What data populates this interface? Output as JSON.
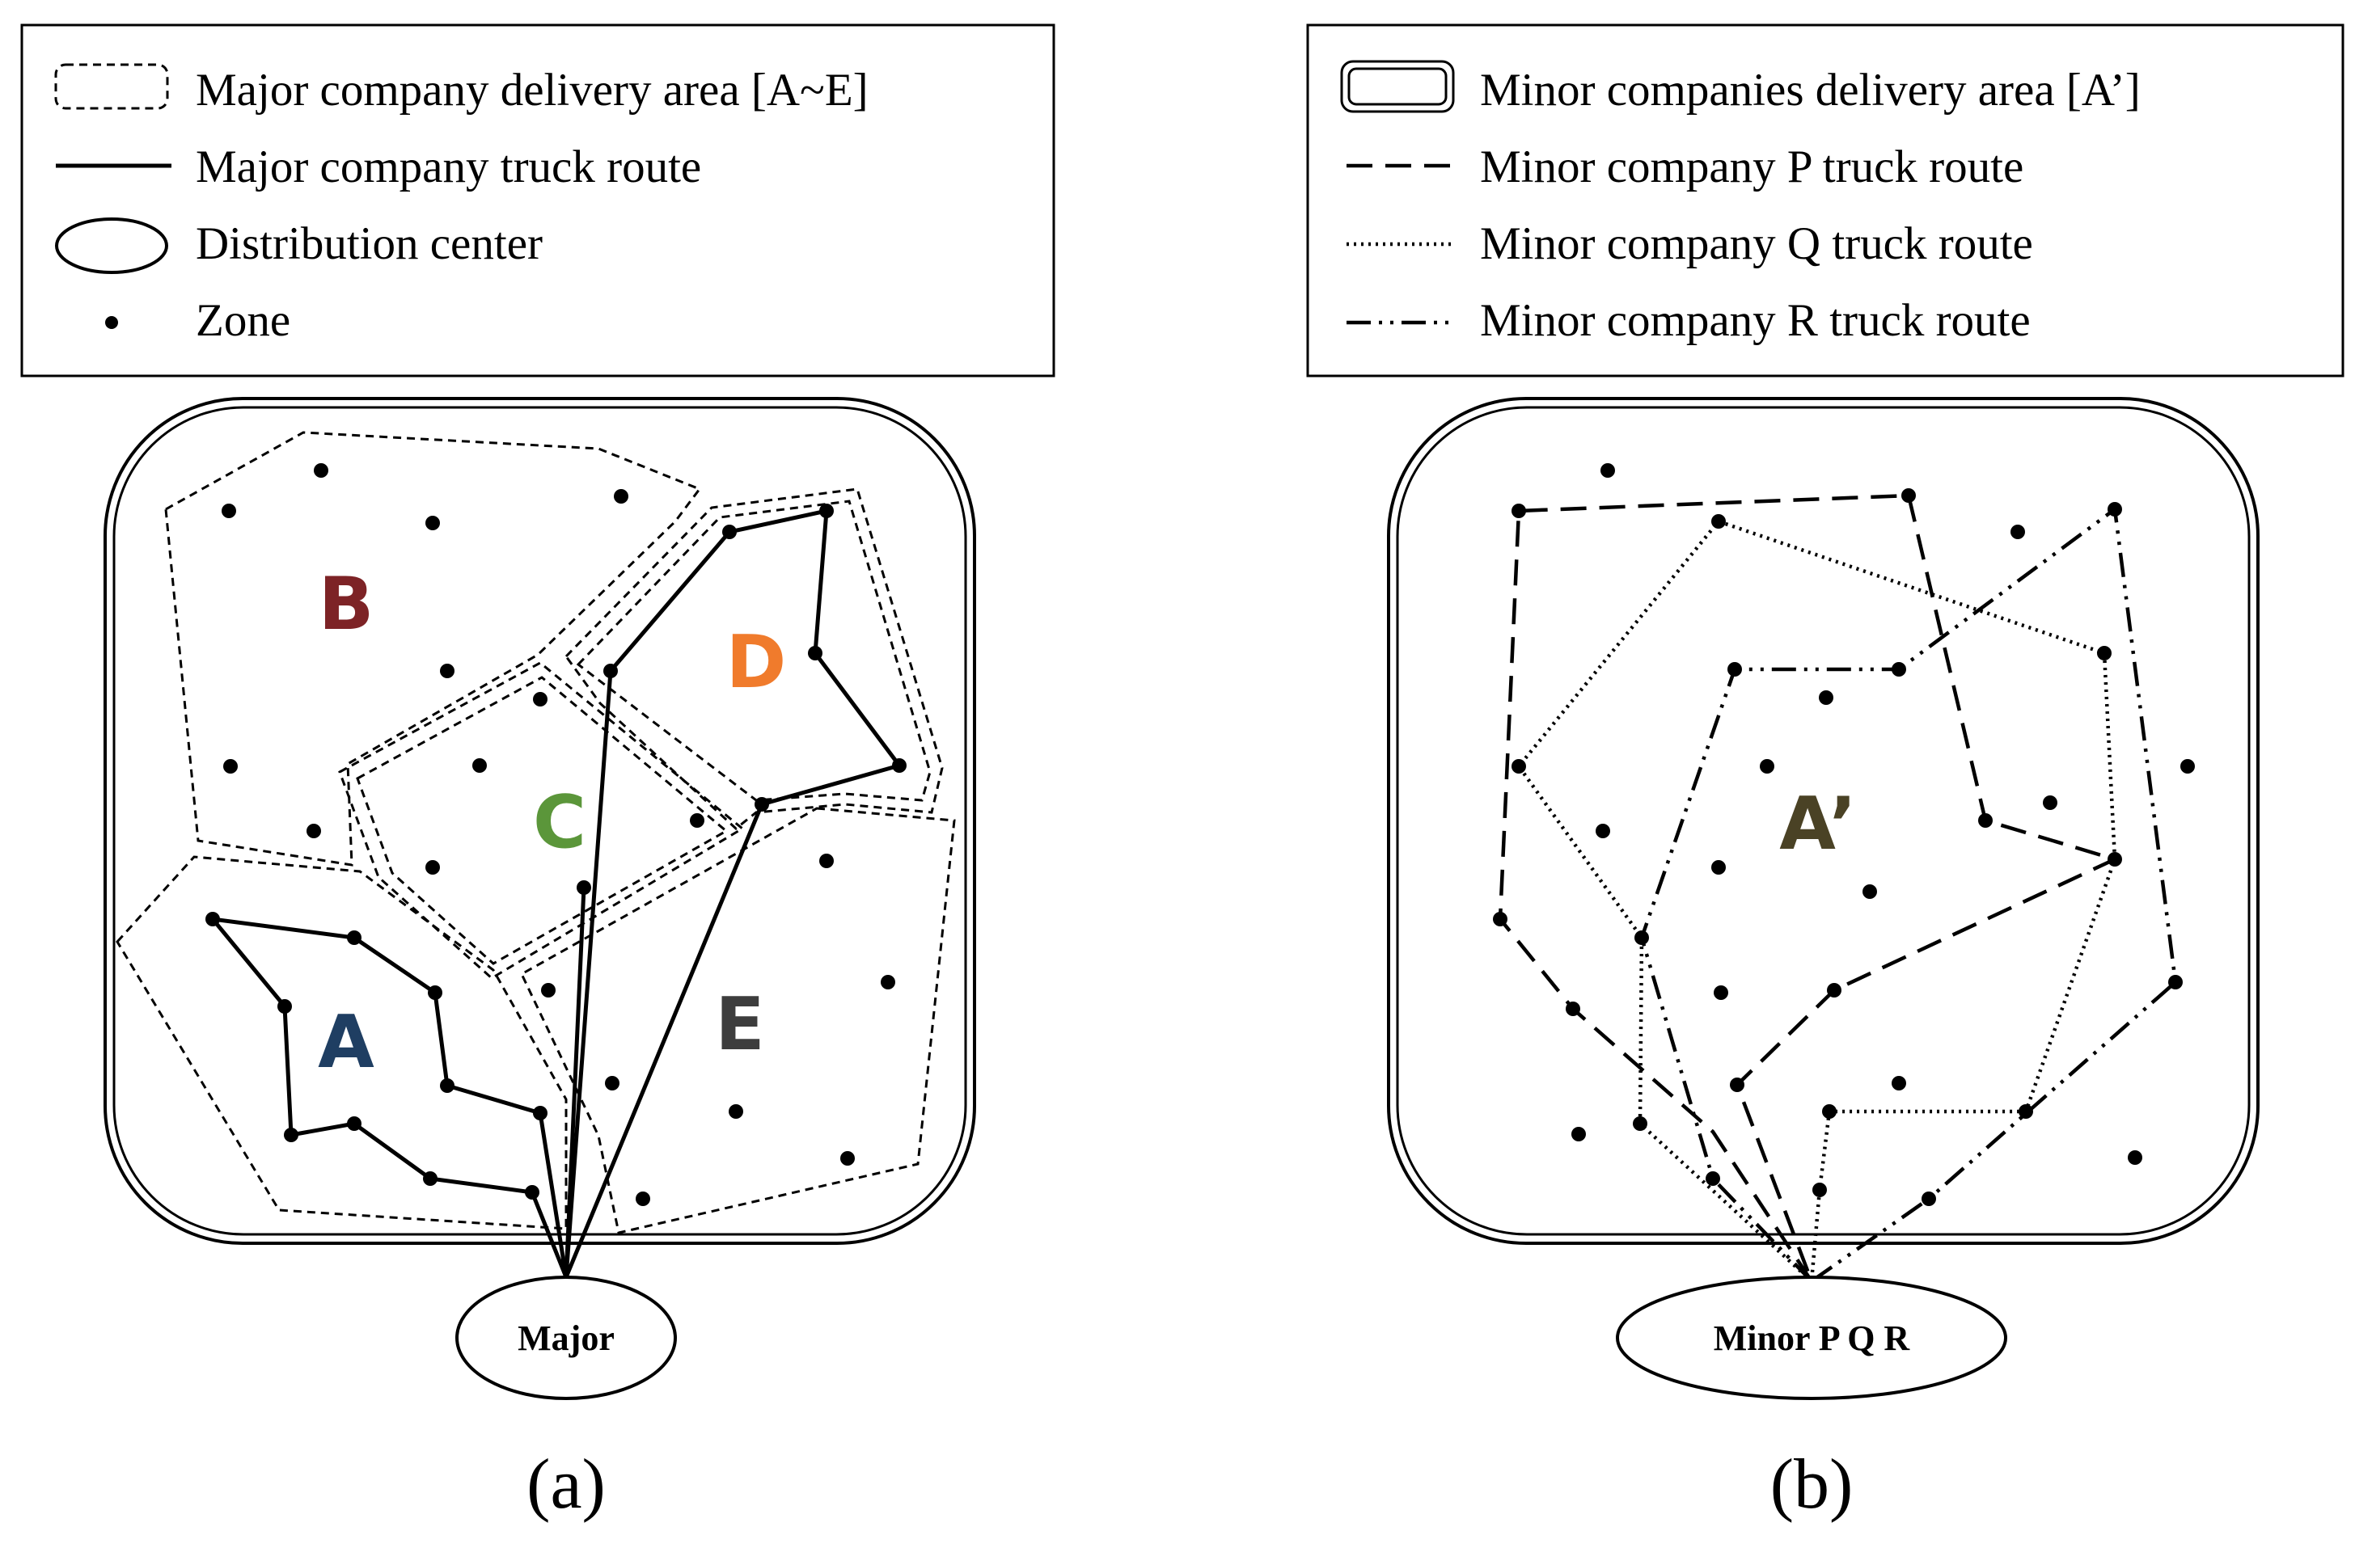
{
  "legend_left": {
    "items": [
      {
        "symbol": "dashed-rounded-rect",
        "label": "Major company delivery area [A~E]"
      },
      {
        "symbol": "solid-line",
        "label": "Major company truck route"
      },
      {
        "symbol": "ellipse",
        "label": "Distribution center"
      },
      {
        "symbol": "dot",
        "label": "Zone"
      }
    ]
  },
  "legend_right": {
    "items": [
      {
        "symbol": "double-rounded-rect",
        "label": "Minor companies delivery area [A’]"
      },
      {
        "symbol": "long-dash-line",
        "label": "Minor company P truck route"
      },
      {
        "symbol": "dotted-line",
        "label": "Minor company Q truck route"
      },
      {
        "symbol": "dash-dot-dot-line",
        "label": "Minor company R truck route"
      }
    ]
  },
  "panel_a": {
    "caption": "(a)",
    "distribution_center": "Major",
    "regions": [
      {
        "id": "A",
        "label": "A",
        "color": "#1f3e62"
      },
      {
        "id": "B",
        "label": "B",
        "color": "#7d2326"
      },
      {
        "id": "C",
        "label": "C",
        "color": "#5b963a"
      },
      {
        "id": "D",
        "label": "D",
        "color": "#f07b2c"
      },
      {
        "id": "E",
        "label": "E",
        "color": "#3d3d3d"
      }
    ]
  },
  "panel_b": {
    "caption": "(b)",
    "distribution_center": "Minor P Q R",
    "area_label": "A’",
    "area_label_color": "#4a4225"
  }
}
